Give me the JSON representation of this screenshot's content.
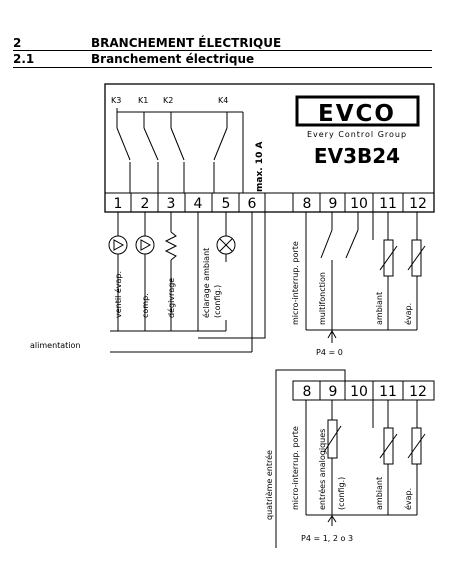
{
  "header": {
    "section_num": "2",
    "section_title": "BRANCHEMENT ÉLECTRIQUE",
    "subsection_num": "2.1",
    "subsection_title": "Branchement électrique"
  },
  "device": {
    "brand": "EVCO",
    "tagline": "Every Control Group",
    "model": "EV3B24",
    "relays": [
      "K3",
      "K1",
      "K2",
      "K4"
    ],
    "max_label": "max. 10 A"
  },
  "terminals_top": [
    "1",
    "2",
    "3",
    "4",
    "5",
    "6",
    "8",
    "9",
    "10",
    "11",
    "12"
  ],
  "loads": [
    "ventil évap.",
    "comp.",
    "dégivrage",
    "éclarage ambiant",
    "(config.)"
  ],
  "inputs_top": [
    "micro-interrup. porte",
    "multifonction",
    "ambiant",
    "évap."
  ],
  "power_label": "alimentation",
  "p4_zero": "P4 = 0",
  "terminals_bottom": [
    "8",
    "9",
    "10",
    "11",
    "12"
  ],
  "inputs_bottom": [
    "micro-interrup. porte",
    "entrées analogiques",
    "(config.)",
    "ambiant",
    "évap."
  ],
  "fourth_input_label": "quatrième entrée",
  "p4_other": "P4 = 1, 2 o 3"
}
